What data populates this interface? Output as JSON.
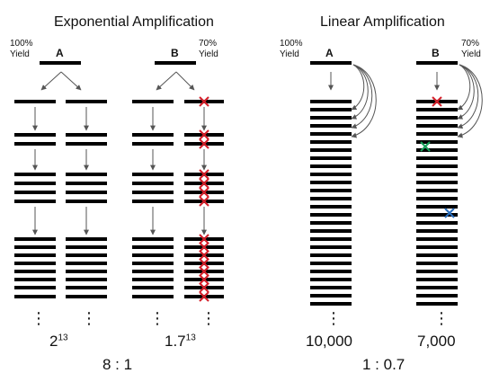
{
  "exponential": {
    "title": "Exponential Amplification",
    "a": {
      "yield": [
        "100%",
        "Yield"
      ],
      "label": "A",
      "result_base": "2",
      "result_exp": "13"
    },
    "b": {
      "yield": [
        "70%",
        "Yield"
      ],
      "label": "B",
      "result_base": "1.7",
      "result_exp": "13"
    },
    "ratio": "8 : 1"
  },
  "linear": {
    "title": "Linear Amplification",
    "a": {
      "yield": [
        "100%",
        "Yield"
      ],
      "label": "A",
      "result": "10,000"
    },
    "b": {
      "yield": [
        "70%",
        "Yield"
      ],
      "label": "B",
      "result": "7,000"
    },
    "ratio": "1 : 0.7"
  },
  "colors": {
    "strand": "#000000",
    "fail_red": "#d4202a",
    "fail_green": "#17a05a",
    "fail_blue": "#2a6fbf",
    "arrow": "#555555"
  },
  "continuation_glyph": "⋮"
}
